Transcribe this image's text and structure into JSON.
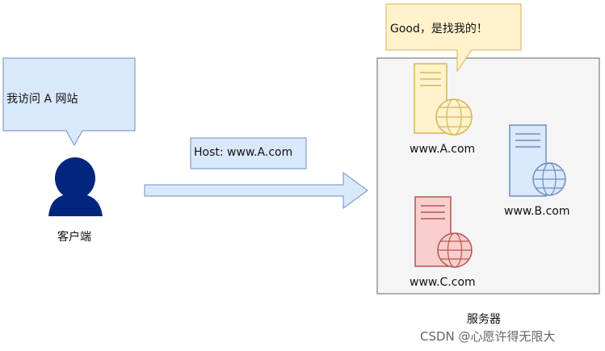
{
  "client": {
    "speech": "我访问 A 网站",
    "label": "客户端"
  },
  "request": {
    "header": "Host: www.A.com"
  },
  "server_group": {
    "label": "服务器",
    "reply": "Good，是找我的！",
    "servers": [
      {
        "name": "www.A.com",
        "color": "#fff2cc",
        "stroke": "#d6b656"
      },
      {
        "name": "www.B.com",
        "color": "#dae8fc",
        "stroke": "#6c8ebf"
      },
      {
        "name": "www.C.com",
        "color": "#f8cecc",
        "stroke": "#b85450"
      }
    ]
  },
  "watermark": "CSDN @心愿许得无限大"
}
